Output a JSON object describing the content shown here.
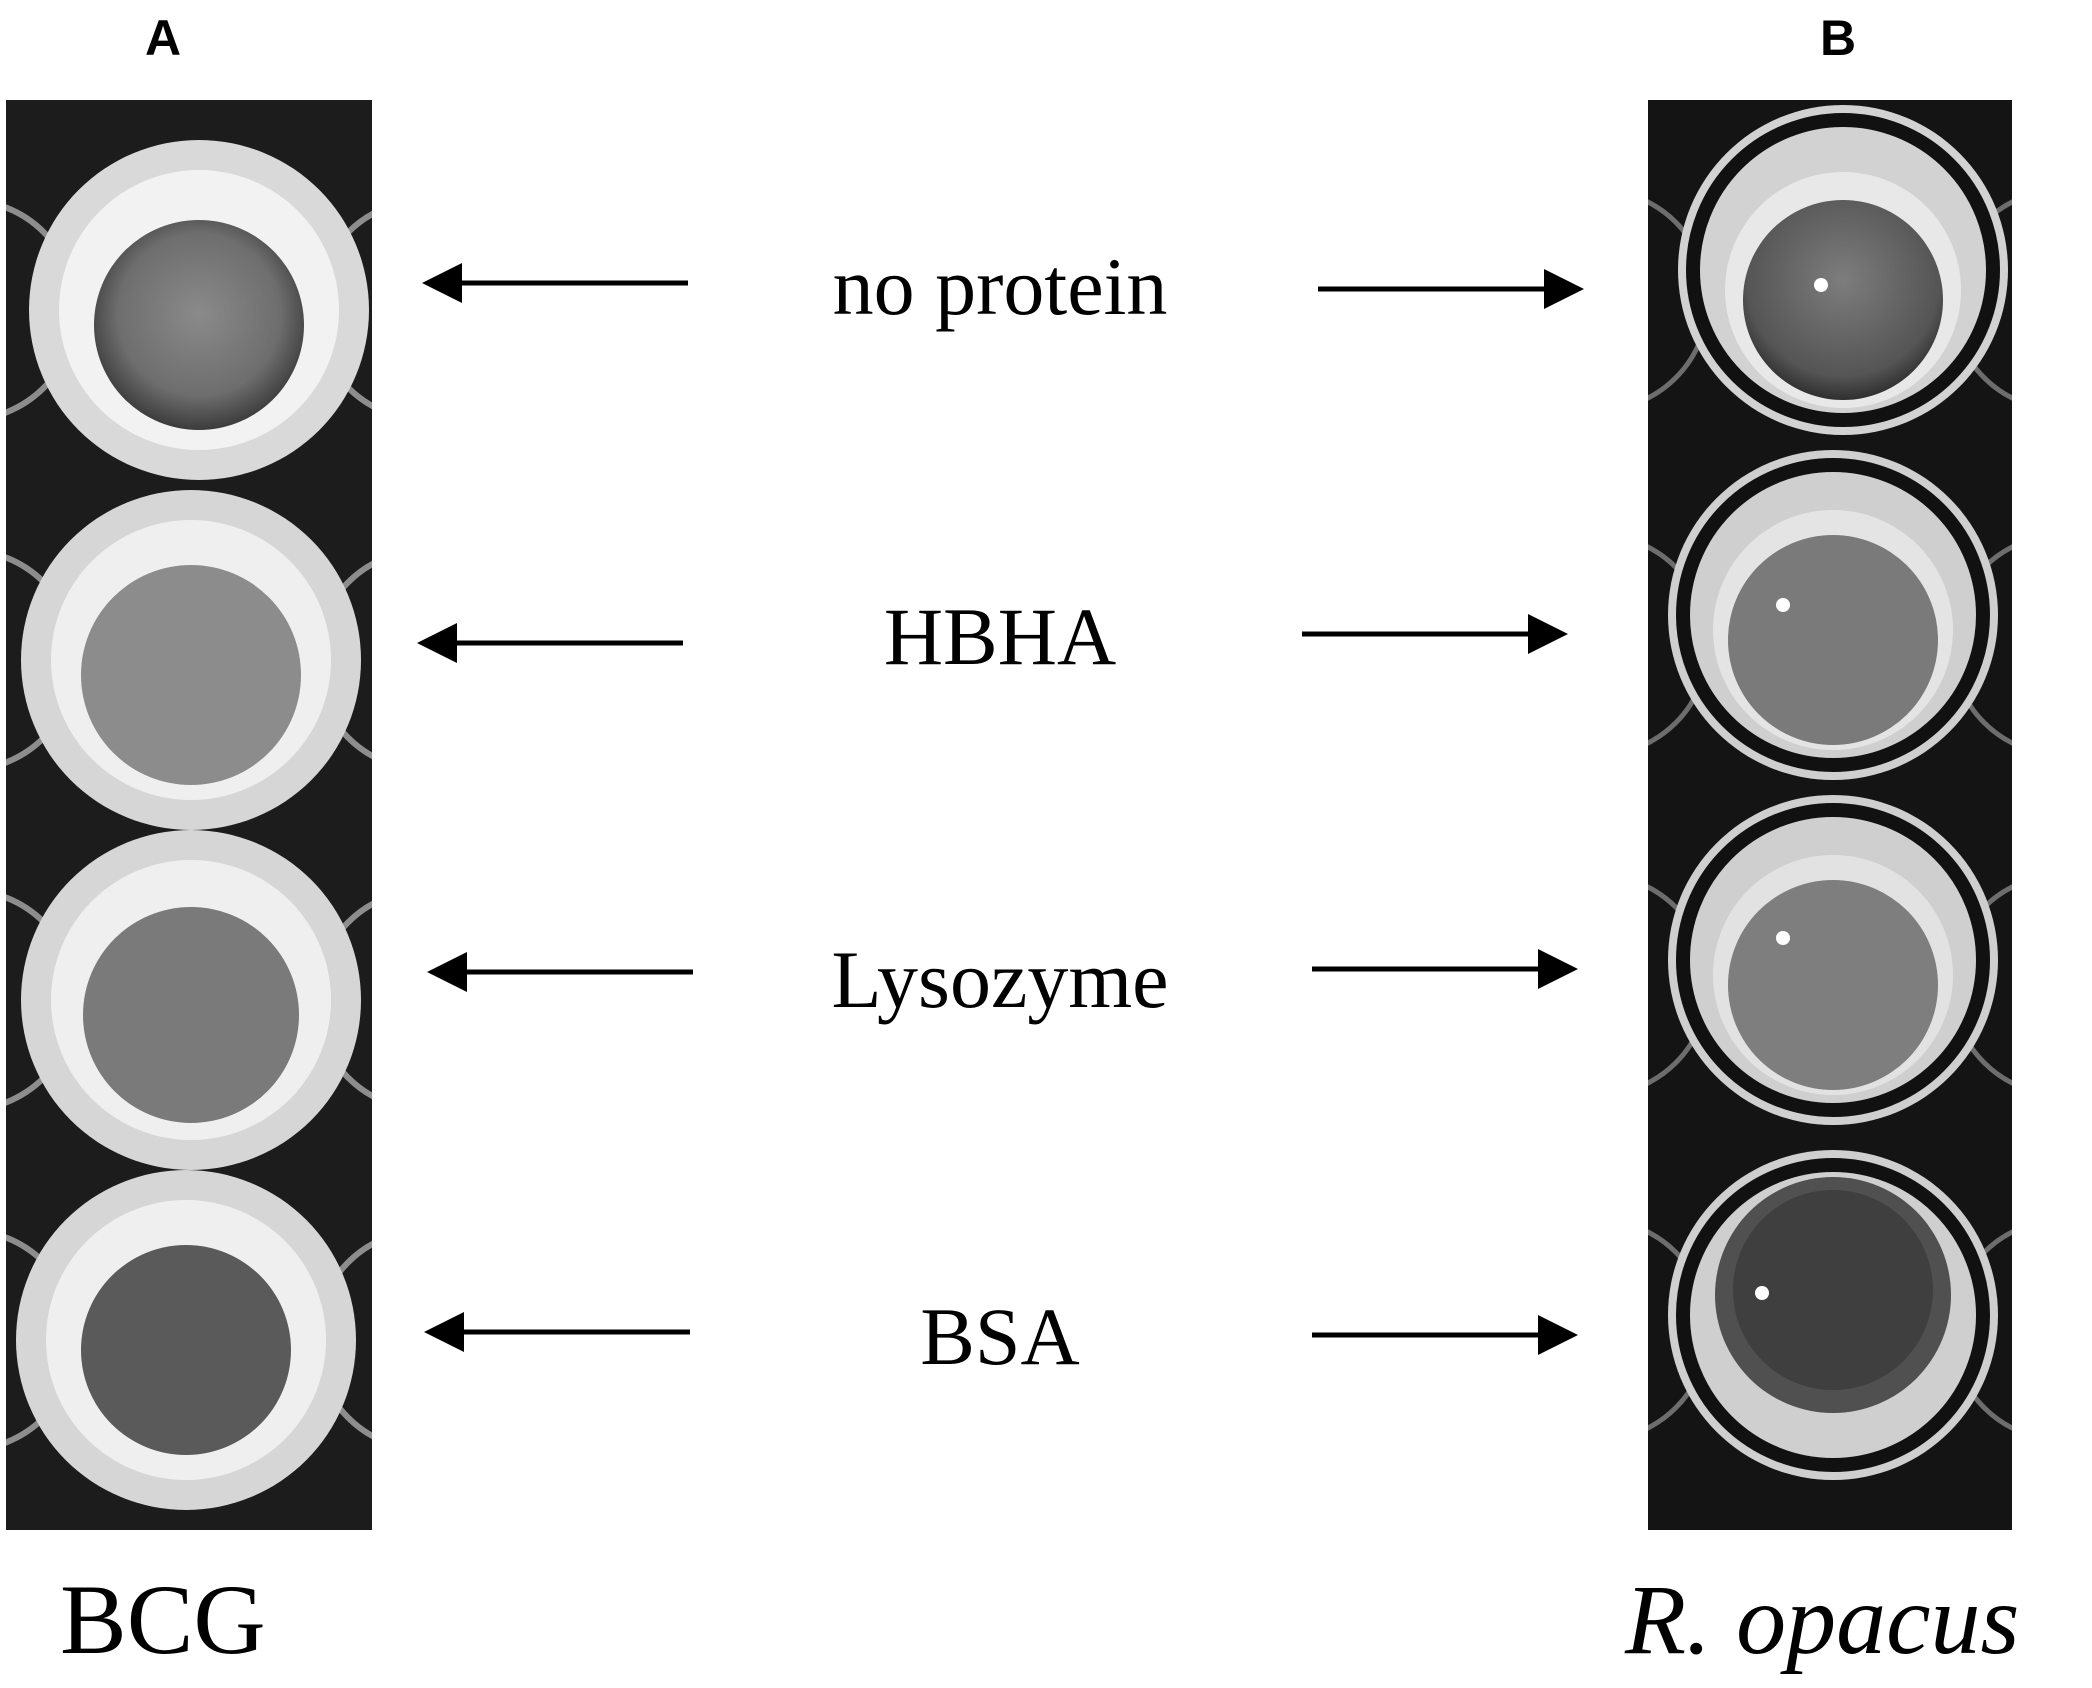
{
  "panels": [
    {
      "letter": "A",
      "organism": "BCG"
    },
    {
      "letter": "B",
      "organism": "R. opacus"
    }
  ],
  "conditions": [
    "no protein",
    "HBHA",
    "Lysozyme",
    "BSA"
  ],
  "colors": {
    "background": "#ffffff",
    "text": "#000000",
    "plate_dark": "#1a1a1a",
    "well_rim": "#e6e6e6"
  }
}
